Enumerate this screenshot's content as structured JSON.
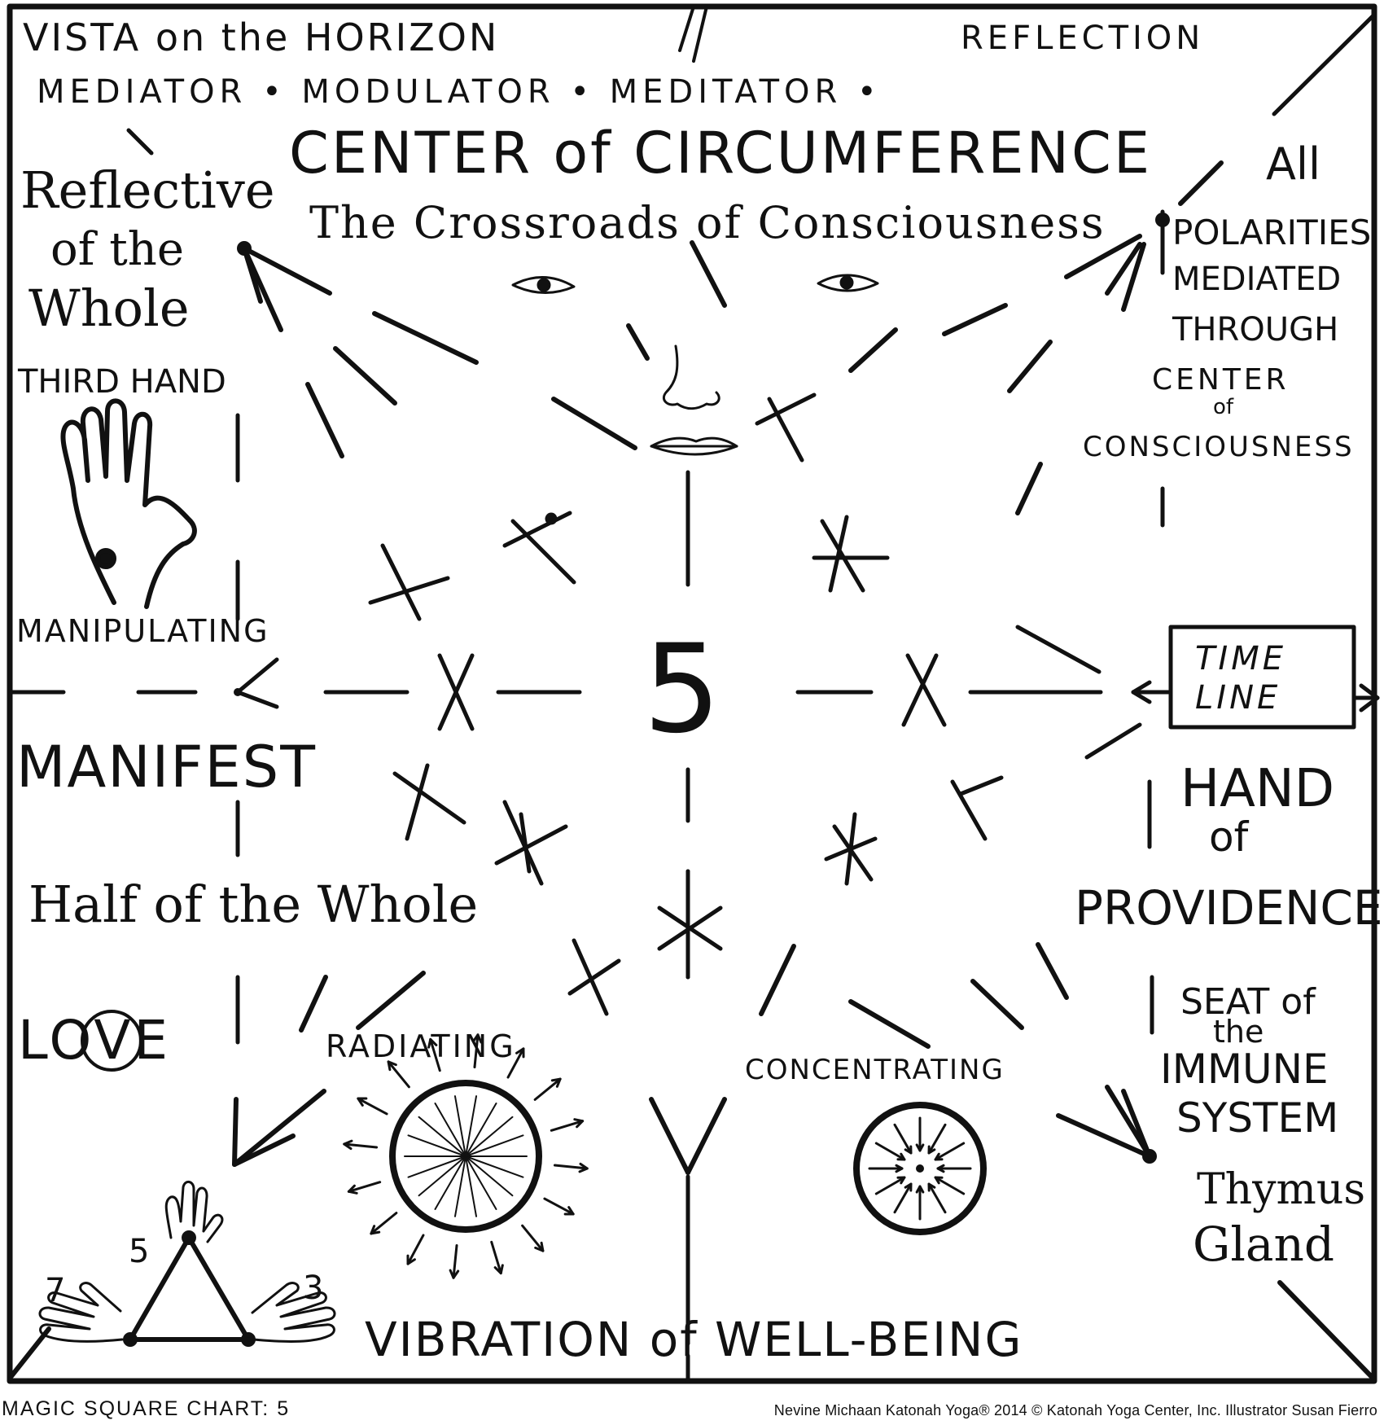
{
  "labels": {
    "vista": "VISTA on the HORIZON",
    "reflection": "REFLECTION",
    "mediator_line": "MEDIATOR • MODULATOR • MEDITATOR •",
    "center_title": "CENTER of CIRCUMFERENCE",
    "crossroads": "The Crossroads of Consciousness",
    "reflective": [
      "Reflective",
      "of the",
      "Whole"
    ],
    "third_hand": "THIRD HAND",
    "manipulating": "MANIPULATING",
    "manifest": "MANIFEST",
    "half_whole": "Half of the Whole",
    "love": "LOVE",
    "radiating": "RADIATING",
    "concentrating": "CONCENTRATING",
    "all": "All",
    "polarities": [
      "POLARITIES",
      "MEDIATED",
      "THROUGH",
      "CENTER",
      "of",
      "CONSCIOUSNESS"
    ],
    "time_line": [
      "TIME",
      "LINE"
    ],
    "hand_providence": [
      "HAND",
      "of",
      "PROVIDENCE"
    ],
    "seat": [
      "SEAT of",
      "the",
      "IMMUNE",
      "SYSTEM"
    ],
    "thymus": [
      "Thymus",
      "Gland"
    ],
    "vibration": "VIBRATION of WELL-BEING",
    "center_number": "5",
    "triangle_numbers": [
      "7",
      "5",
      "3"
    ]
  },
  "footer": {
    "chart_title": "MAGIC SQUARE CHART: 5",
    "credits": "Nevine Michaan    Katonah Yoga®   2014 © Katonah Yoga Center, Inc.   Illustrator Susan Fierro"
  },
  "colors": {
    "ink": "#111111",
    "paper": "#ffffff"
  }
}
